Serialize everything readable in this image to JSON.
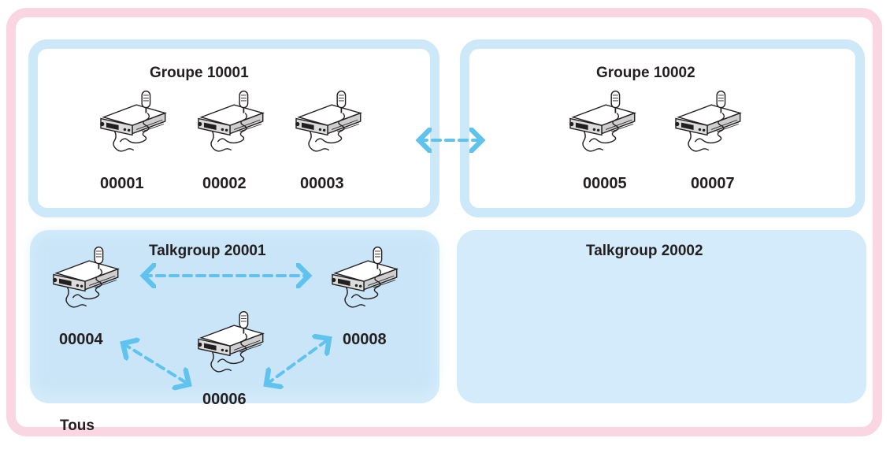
{
  "all_label": "Tous",
  "groups": [
    {
      "name": "Groupe 10001",
      "radios": [
        "00001",
        "00002",
        "00003"
      ]
    },
    {
      "name": "Groupe 10002",
      "radios": [
        "00005",
        "00007"
      ]
    }
  ],
  "talkgroups": [
    {
      "name": "Talkgroup 20001",
      "radios": [
        "00004",
        "00006",
        "00008"
      ]
    },
    {
      "name": "Talkgroup 20002",
      "radios": []
    }
  ],
  "colors": {
    "outer_border": "#f9d6e2",
    "group_border": "#cde8f8",
    "talkgroup_fill": "#d3ebfa",
    "arrow": "#5fc3ee",
    "radio_outline": "#231f20"
  },
  "icons": {
    "radio": "mobile-radio-with-handheld-mic-icon",
    "link": "double-headed-dashed-arrow-icon"
  }
}
